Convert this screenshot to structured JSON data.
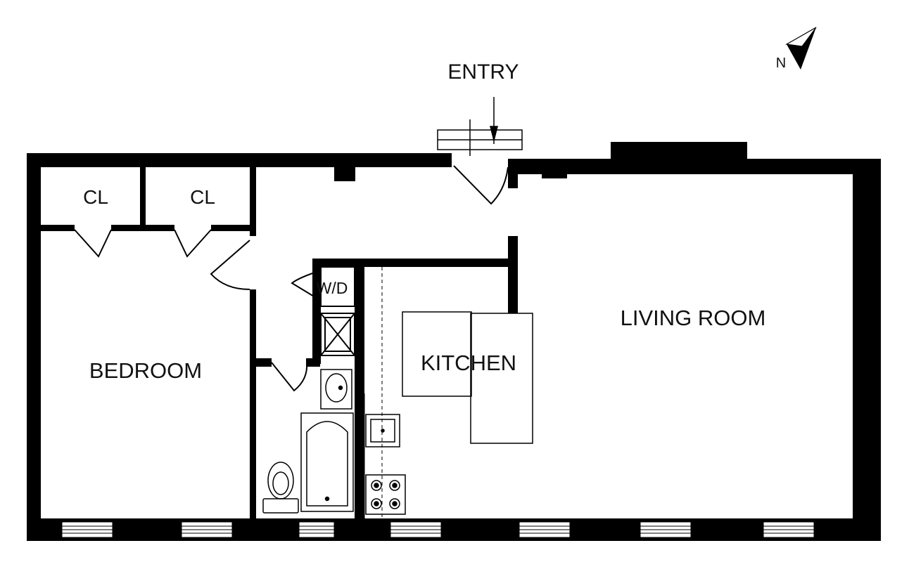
{
  "labels": {
    "entry": "ENTRY",
    "north": "N",
    "closet_1": "CL",
    "closet_2": "CL",
    "washer_dryer": "W/D",
    "bedroom": "BEDROOM",
    "kitchen": "KITCHEN",
    "living_room": "LIVING ROOM"
  },
  "colors": {
    "wall": "#000000",
    "line": "#000000",
    "background": "#ffffff",
    "text": "#111111"
  }
}
